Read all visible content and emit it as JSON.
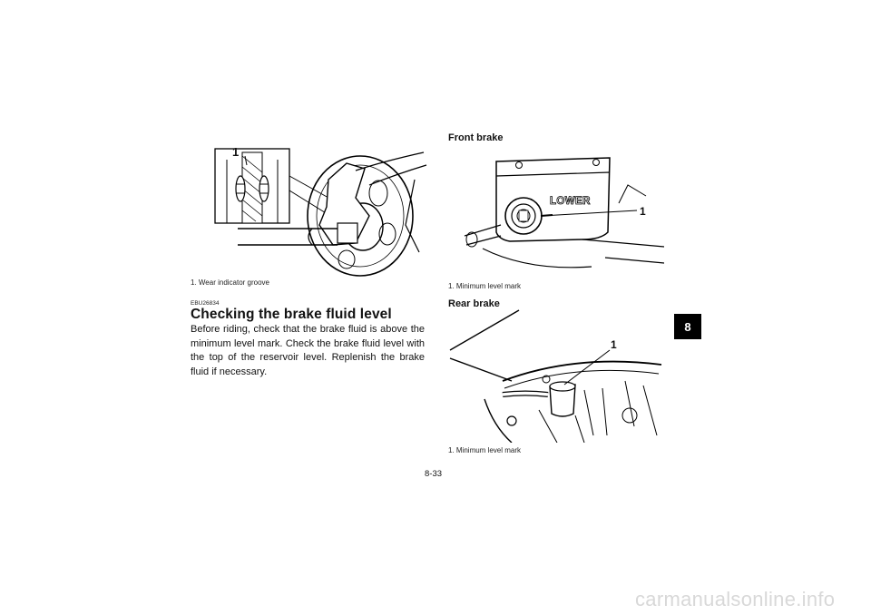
{
  "left_figure": {
    "callout": "1",
    "caption": "1.  Wear indicator groove"
  },
  "section": {
    "code": "EBU26834",
    "heading": "Checking the brake fluid level",
    "body": "Before riding, check that the brake fluid is above the minimum level mark. Check the brake fluid level with the top of the reservoir level. Replenish the brake fluid if necessary."
  },
  "front_brake": {
    "title": "Front brake",
    "lower_label": "LOWER",
    "callout": "1",
    "caption": "1.  Minimum level mark"
  },
  "rear_brake": {
    "title": "Rear brake",
    "callout": "1",
    "caption": "1.  Minimum level mark"
  },
  "chapter_tab": "8",
  "page_number": "8-33",
  "watermark": "carmanualsonline.info"
}
